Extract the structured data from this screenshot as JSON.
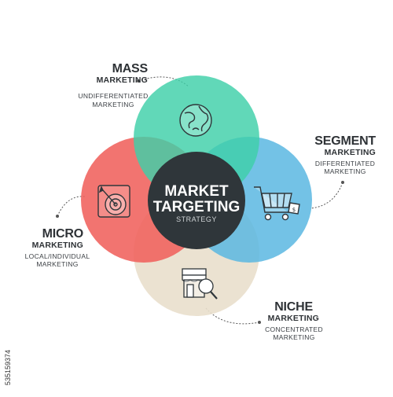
{
  "colors": {
    "mass": "#3ecfa8",
    "segment": "#5bb7e2",
    "micro": "#f0615c",
    "niche": "#e9dfcc",
    "center": "#2f363a"
  },
  "center": {
    "title_line1": "MARKET",
    "title_line2": "TARGETING",
    "subtitle": "STRATEGY"
  },
  "segments": {
    "mass": {
      "title1": "MASS",
      "title2": "MARKETING",
      "subtitle1": "UNDIFFERENTIATED",
      "subtitle2": "MARKETING",
      "icon": "globe-icon"
    },
    "segment": {
      "title1": "SEGMENT",
      "title2": "MARKETING",
      "subtitle1": "DIFFERENTIATED",
      "subtitle2": "MARKETING",
      "icon": "shopping-cart-icon"
    },
    "micro": {
      "title1": "MICRO",
      "title2": "MARKETING",
      "subtitle1": "LOCAL/INDIVIDUAL",
      "subtitle2": "MARKETING",
      "icon": "target-dart-icon"
    },
    "niche": {
      "title1": "NICHE",
      "title2": "MARKETING",
      "subtitle1": "CONCENTRATED",
      "subtitle2": "MARKETING",
      "icon": "store-magnifier-icon"
    }
  },
  "stock_id": "535159374"
}
